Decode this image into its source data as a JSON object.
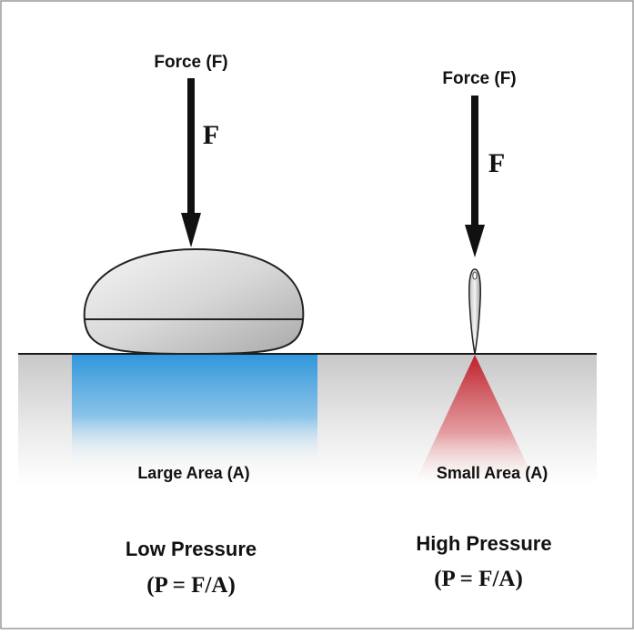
{
  "left": {
    "force_label": "Force (F)",
    "arrow_symbol": "F",
    "area_label": "Large Area (A)",
    "pressure_label": "Low Pressure",
    "formula": "(P = F/A)"
  },
  "right": {
    "force_label": "Force (F)",
    "arrow_symbol": "F",
    "area_label": "Small Area (A)",
    "pressure_label": "High Pressure",
    "formula": "(P = F/A)"
  },
  "colors": {
    "border": "#9a9a9a",
    "arrow": "#111111",
    "surface_line": "#1a1a1a",
    "low_pressure": "#3a9ee0",
    "high_pressure": "#c8202a",
    "ground": "#cfcfcf",
    "text": "#111111"
  }
}
